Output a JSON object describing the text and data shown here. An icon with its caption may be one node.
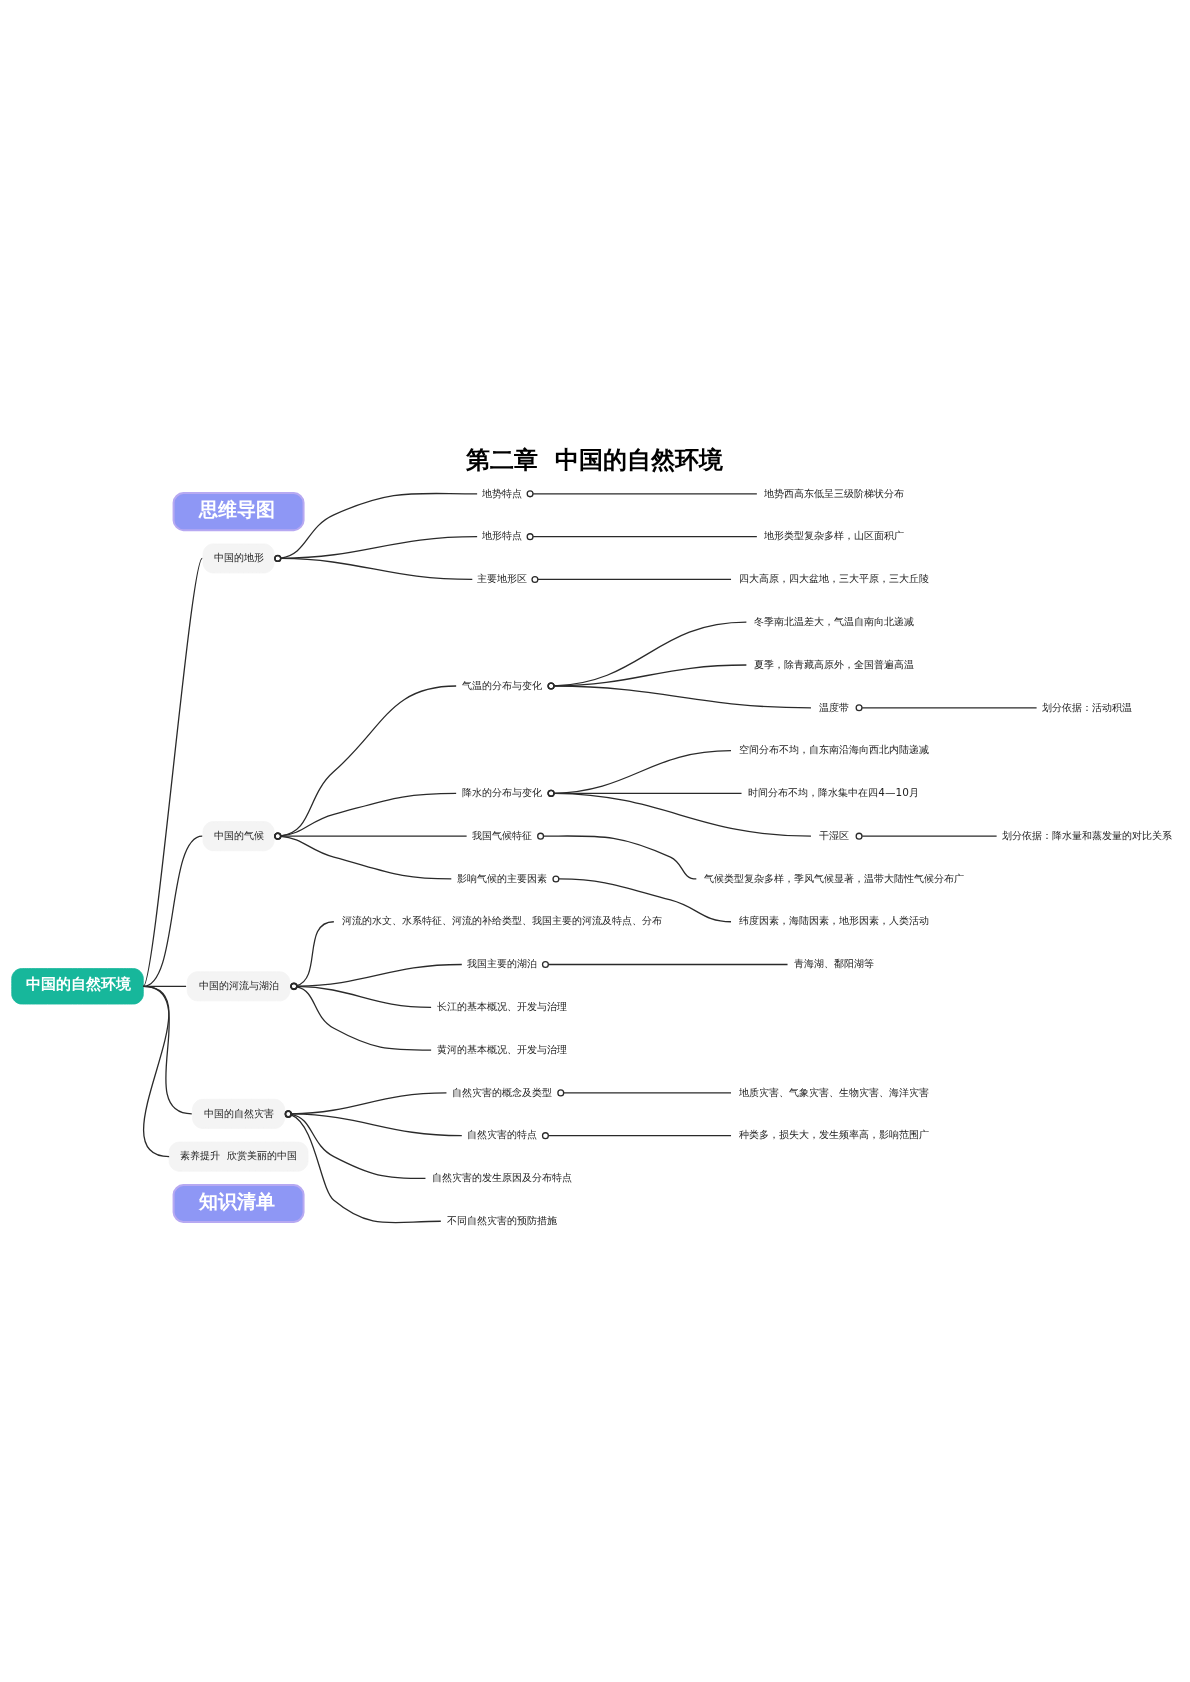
{
  "diagram": {
    "title": "第二章  中国的自然环境",
    "nodes": [
      {
        "text": [
          "思维导图"
        ]
      },
      {
        "text": [
          "中国的自然环境"
        ]
      },
      {
        "text": [
          "中国的地形"
        ]
      },
      {
        "text": [
          "地势特点"
        ]
      },
      {
        "text": [
          "地势西高东低呈三级阶梯状分布"
        ]
      },
      {
        "text": [
          "地形特点"
        ]
      },
      {
        "text": [
          "地形类型复杂多样，山区面积广"
        ]
      },
      {
        "text": [
          "主要地形区"
        ]
      },
      {
        "text": [
          "四大高原，四大盆地，三大平原，三大丘陵"
        ]
      },
      {
        "text": [
          "中国的气候"
        ]
      },
      {
        "text": [
          "气温的分布与变化"
        ]
      },
      {
        "text": [
          "冬季南北温差大，气温自南向北递减"
        ]
      },
      {
        "text": [
          "夏季，除青藏高原外，全国普遍高温"
        ]
      },
      {
        "text": [
          "温度带"
        ]
      },
      {
        "text": [
          "划分依据：活动积温"
        ]
      },
      {
        "text": [
          "降水的分布与变化"
        ]
      },
      {
        "text": [
          "空间分布不均，自东南沿海向西北内陆递减"
        ]
      },
      {
        "text": [
          "时间分布不均，降水集中在四4—10月"
        ]
      },
      {
        "text": [
          "干湿区"
        ]
      },
      {
        "text": [
          "划分依据：降水量和蒸发量的对比关系"
        ]
      },
      {
        "text": [
          "我国气候特征"
        ]
      },
      {
        "text": [
          "气候类型复杂多样，季风气候显著，温带大陆性气候分布广"
        ]
      },
      {
        "text": [
          "影响气候的主要因素"
        ]
      },
      {
        "text": [
          "纬度因素，海陆因素，地形因素，人类活动"
        ]
      },
      {
        "text": [
          "中国的河流与湖泊"
        ]
      },
      {
        "text": [
          "河流的水文、水系特征、河流的补给类型、我国主要的河流及特点、分布"
        ]
      },
      {
        "text": [
          "我国主要的湖泊"
        ]
      },
      {
        "text": [
          "青海湖、鄱阳湖等"
        ]
      },
      {
        "text": [
          "长江的基本概况、开发与治理"
        ]
      },
      {
        "text": [
          "黄河的基本概况、开发与治理"
        ]
      },
      {
        "text": [
          "中国的自然灾害"
        ]
      },
      {
        "text": [
          "自然灾害的概念及类型"
        ]
      },
      {
        "text": [
          "地质灾害、气象灾害、生物灾害、海洋灾害"
        ]
      },
      {
        "text": [
          "自然灾害的特点"
        ]
      },
      {
        "text": [
          "种类多，损失大，发生频率高，影响范围广"
        ]
      },
      {
        "text": [
          "自然灾害的发生原因及分布特点"
        ]
      },
      {
        "text": [
          "不同自然灾害的预防措施"
        ]
      },
      {
        "text": [
          "素养提升  欣赏美丽的中国"
        ]
      },
      {
        "text": [
          "知识清单"
        ]
      }
    ],
    "edges": [
      {
        "from": 1,
        "to": 2,
        "arrow": "none"
      },
      {
        "from": 2,
        "to": 3,
        "arrow": "other"
      },
      {
        "from": 3,
        "to": 4,
        "arrow": "other"
      },
      {
        "from": 2,
        "to": 5,
        "arrow": "other"
      },
      {
        "from": 5,
        "to": 6,
        "arrow": "other"
      },
      {
        "from": 2,
        "to": 7,
        "arrow": "other"
      },
      {
        "from": 7,
        "to": 8,
        "arrow": "other"
      },
      {
        "from": 1,
        "to": 9,
        "arrow": "none"
      },
      {
        "from": 9,
        "to": 10,
        "arrow": "other"
      },
      {
        "from": 10,
        "to": 11,
        "arrow": "other"
      },
      {
        "from": 10,
        "to": 12,
        "arrow": "other"
      },
      {
        "from": 10,
        "to": 13,
        "arrow": "other"
      },
      {
        "from": 13,
        "to": 14,
        "arrow": "other"
      },
      {
        "from": 9,
        "to": 15,
        "arrow": "other"
      },
      {
        "from": 15,
        "to": 16,
        "arrow": "other"
      },
      {
        "from": 15,
        "to": 17,
        "arrow": "other"
      },
      {
        "from": 15,
        "to": 18,
        "arrow": "other"
      },
      {
        "from": 18,
        "to": 19,
        "arrow": "other"
      },
      {
        "from": 9,
        "to": 20,
        "arrow": "other"
      },
      {
        "from": 20,
        "to": 21,
        "arrow": "other"
      },
      {
        "from": 9,
        "to": 22,
        "arrow": "other"
      },
      {
        "from": 22,
        "to": 23,
        "arrow": "other"
      },
      {
        "from": 1,
        "to": 24,
        "arrow": "none"
      },
      {
        "from": 24,
        "to": 25,
        "arrow": "other"
      },
      {
        "from": 24,
        "to": 26,
        "arrow": "other"
      },
      {
        "from": 26,
        "to": 27,
        "arrow": "other"
      },
      {
        "from": 24,
        "to": 28,
        "arrow": "other"
      },
      {
        "from": 24,
        "to": 29,
        "arrow": "other"
      },
      {
        "from": 1,
        "to": 30,
        "arrow": "none"
      },
      {
        "from": 30,
        "to": 31,
        "arrow": "other"
      },
      {
        "from": 31,
        "to": 32,
        "arrow": "other"
      },
      {
        "from": 30,
        "to": 33,
        "arrow": "other"
      },
      {
        "from": 33,
        "to": 34,
        "arrow": "other"
      },
      {
        "from": 30,
        "to": 35,
        "arrow": "other"
      },
      {
        "from": 30,
        "to": 36,
        "arrow": "other"
      },
      {
        "from": 1,
        "to": 37,
        "arrow": "none"
      }
    ]
  }
}
